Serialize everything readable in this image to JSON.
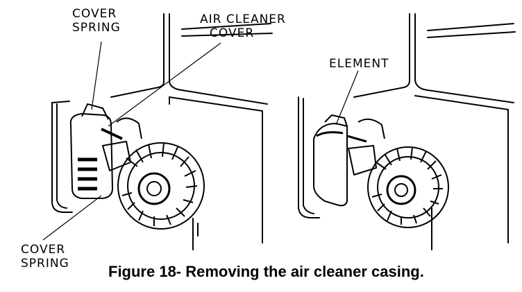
{
  "labels": {
    "cover_spring_top": [
      "COVER",
      "SPRING"
    ],
    "air_cleaner_cover": [
      "AIR CLEANER",
      "COVER"
    ],
    "element": "ELEMENT",
    "cover_spring_bottom": [
      "COVER",
      "SPRING"
    ]
  },
  "caption": "Figure 18- Removing the air cleaner casing.",
  "colors": {
    "line": "#000000",
    "background": "#ffffff"
  }
}
